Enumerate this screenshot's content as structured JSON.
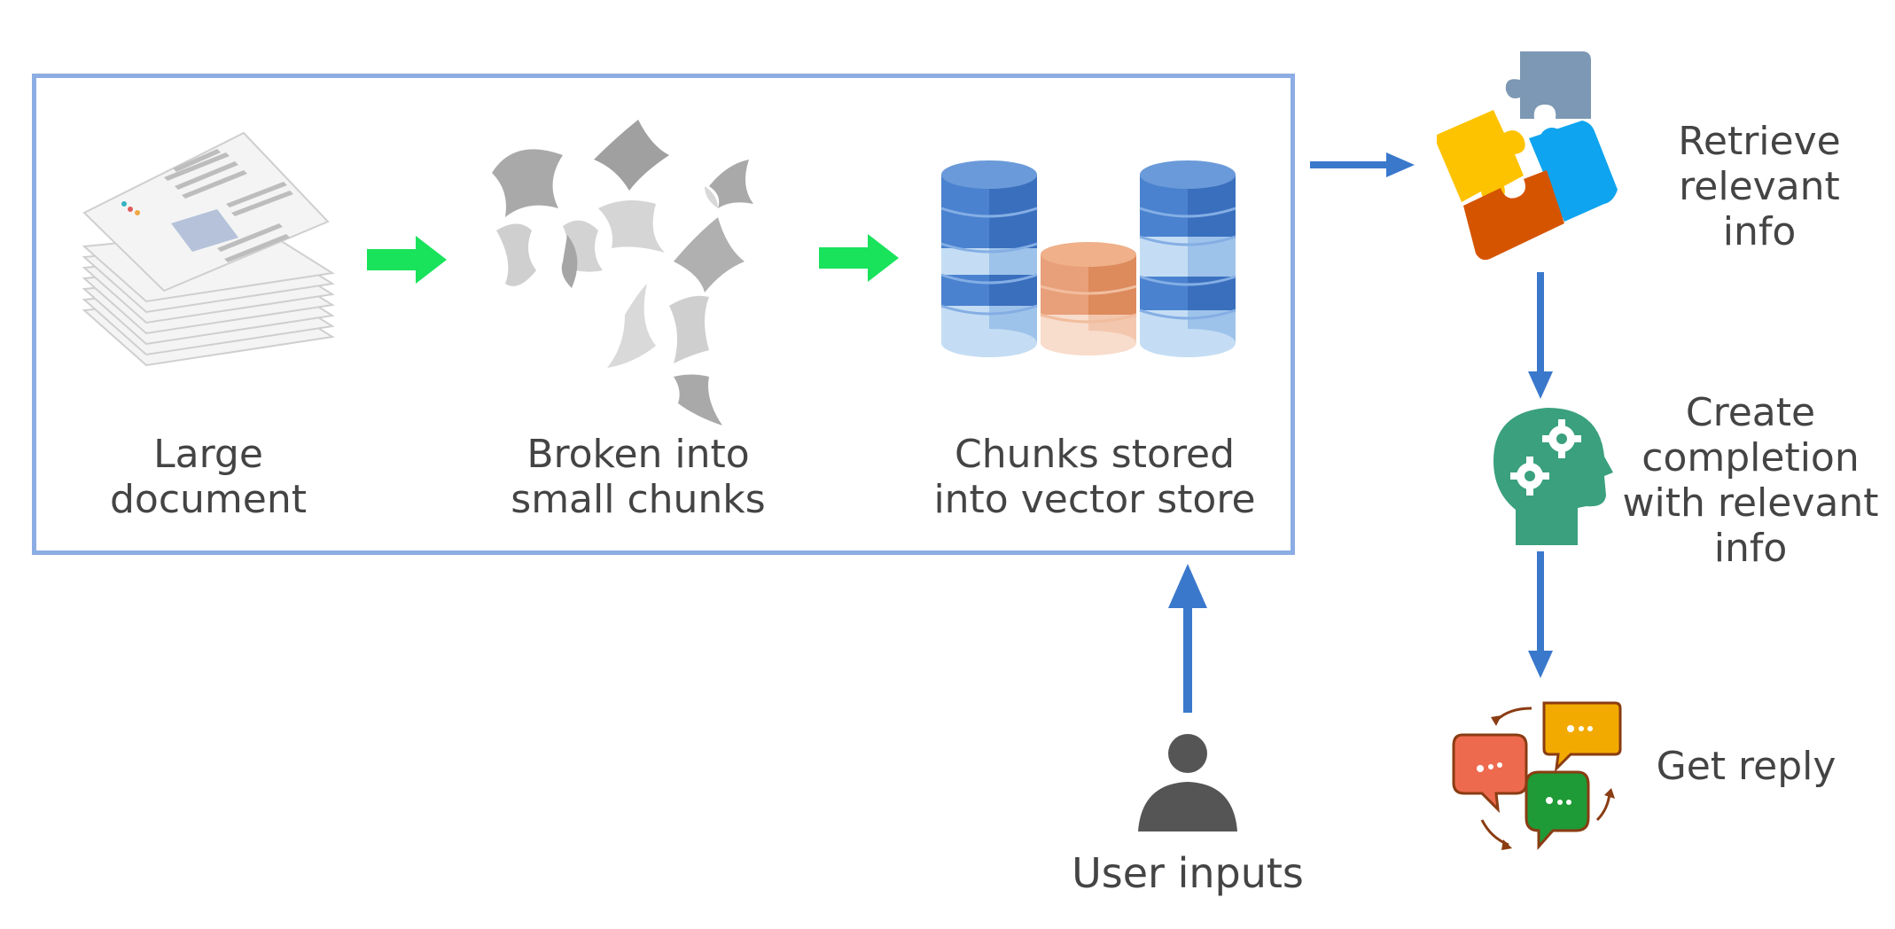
{
  "colors": {
    "frame": "#8cace4",
    "green_arrow": "#19e25b",
    "blue_arrow": "#3a78cc",
    "db_blue": "#4a82cf",
    "db_orange": "#e69a6c",
    "head": "#3aa07e",
    "user": "#555555"
  },
  "icons": {
    "document": "document-stack-icon",
    "chunks": "paper-chunks-icon",
    "store": "vector-store-icon",
    "retrieve": "puzzle-icon",
    "create": "head-gears-icon",
    "reply": "chat-bubbles-icon",
    "user": "user-icon"
  },
  "steps": {
    "doc": "Large document",
    "chunks": "Broken into small chunks",
    "store": "Chunks stored into vector store",
    "retrieve": "Retrieve relevant info",
    "create": "Create completion with relevant info",
    "reply": "Get reply",
    "user": "User inputs"
  }
}
